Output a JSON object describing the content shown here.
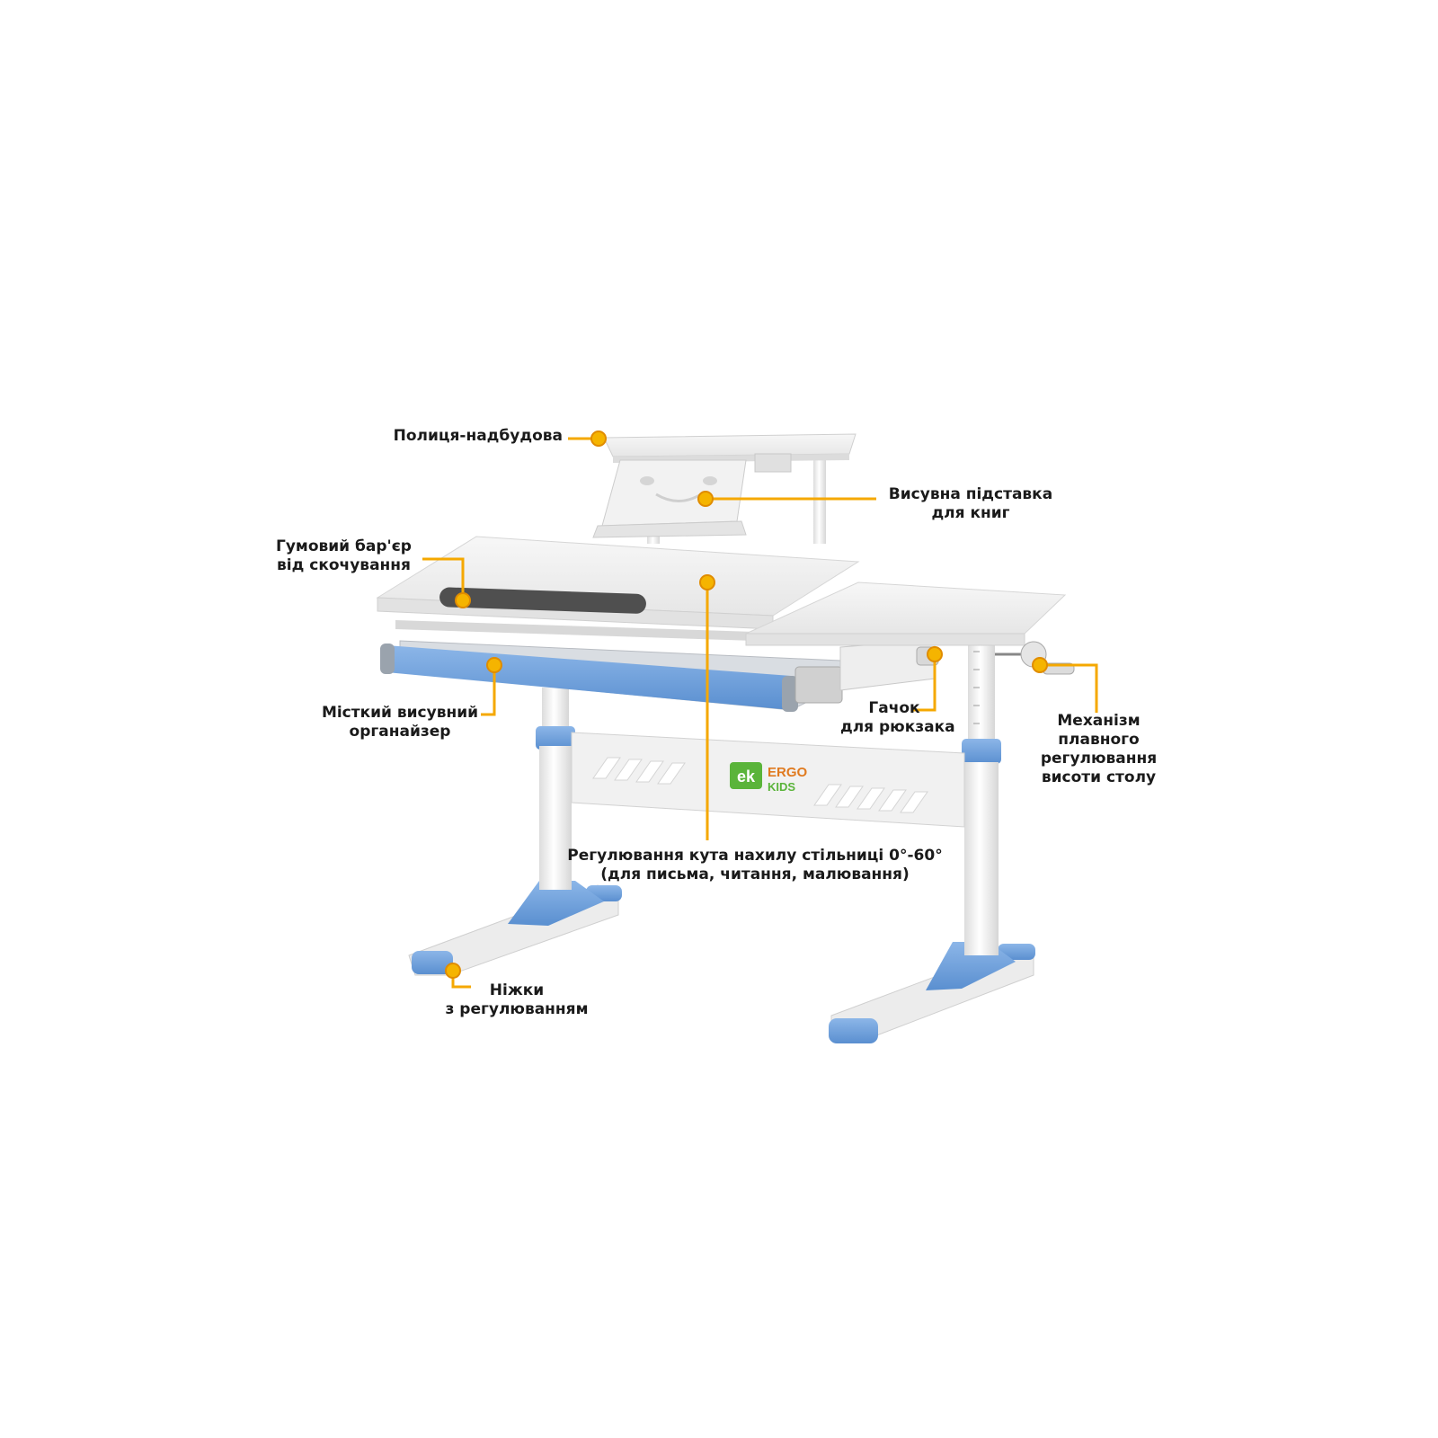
{
  "colors": {
    "accent_blue": "#6d9edb",
    "accent_blue_dark": "#4f83c8",
    "desk_white": "#f3f3f3",
    "frame_gray": "#cfcfcf",
    "callout_orange": "#f5a800",
    "rubber_bar": "#4a4a4a"
  },
  "brand": {
    "logo_mark": "ek",
    "name_line1": "ERGO",
    "name_line2": "KIDS"
  },
  "callouts": {
    "shelf": {
      "line1": "Полиця-надбудова"
    },
    "book_stand": {
      "line1": "Висувна підставка",
      "line2": "для книг"
    },
    "rubber_barrier": {
      "line1": "Гумовий бар'єр",
      "line2": "від скочування"
    },
    "organizer": {
      "line1": "Місткий висувний",
      "line2": "органайзер"
    },
    "hook": {
      "line1": "Гачок",
      "line2": "для рюкзака"
    },
    "mechanism": {
      "line1": "Механізм",
      "line2": "плавного",
      "line3": "регулювання",
      "line4": "висоти столу"
    },
    "tilt": {
      "line1": "Регулювання кута нахилу стільниці 0°-60°",
      "line2": "(для письма, читання, малювання)"
    },
    "feet": {
      "line1": "Ніжки",
      "line2": "з регулюванням"
    }
  }
}
